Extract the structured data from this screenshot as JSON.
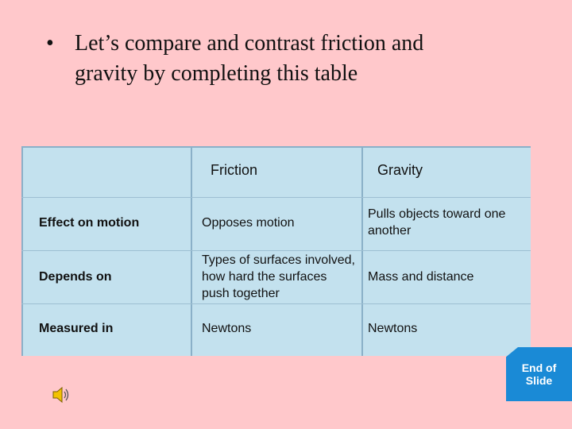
{
  "bullet": {
    "symbol": "•",
    "line1": "Let’s compare and contrast friction and",
    "line2": "gravity by completing this table"
  },
  "table": {
    "headers": [
      "",
      "Friction",
      "Gravity"
    ],
    "rows": [
      {
        "label": "Effect on motion",
        "friction": "Opposes motion",
        "gravity": "Pulls objects toward one another"
      },
      {
        "label": "Depends on",
        "friction": "Types of surfaces involved, how hard the surfaces push together",
        "gravity": "Mass and distance"
      },
      {
        "label": "Measured in",
        "friction": "Newtons",
        "gravity": "Newtons"
      }
    ]
  },
  "end_button": {
    "line1": "End of",
    "line2": "Slide"
  },
  "colors": {
    "background": "#ffc8cb",
    "table_fill": "#c3e1ee",
    "button": "#1a8ad6"
  },
  "icons": {
    "sound": "speaker-icon"
  }
}
